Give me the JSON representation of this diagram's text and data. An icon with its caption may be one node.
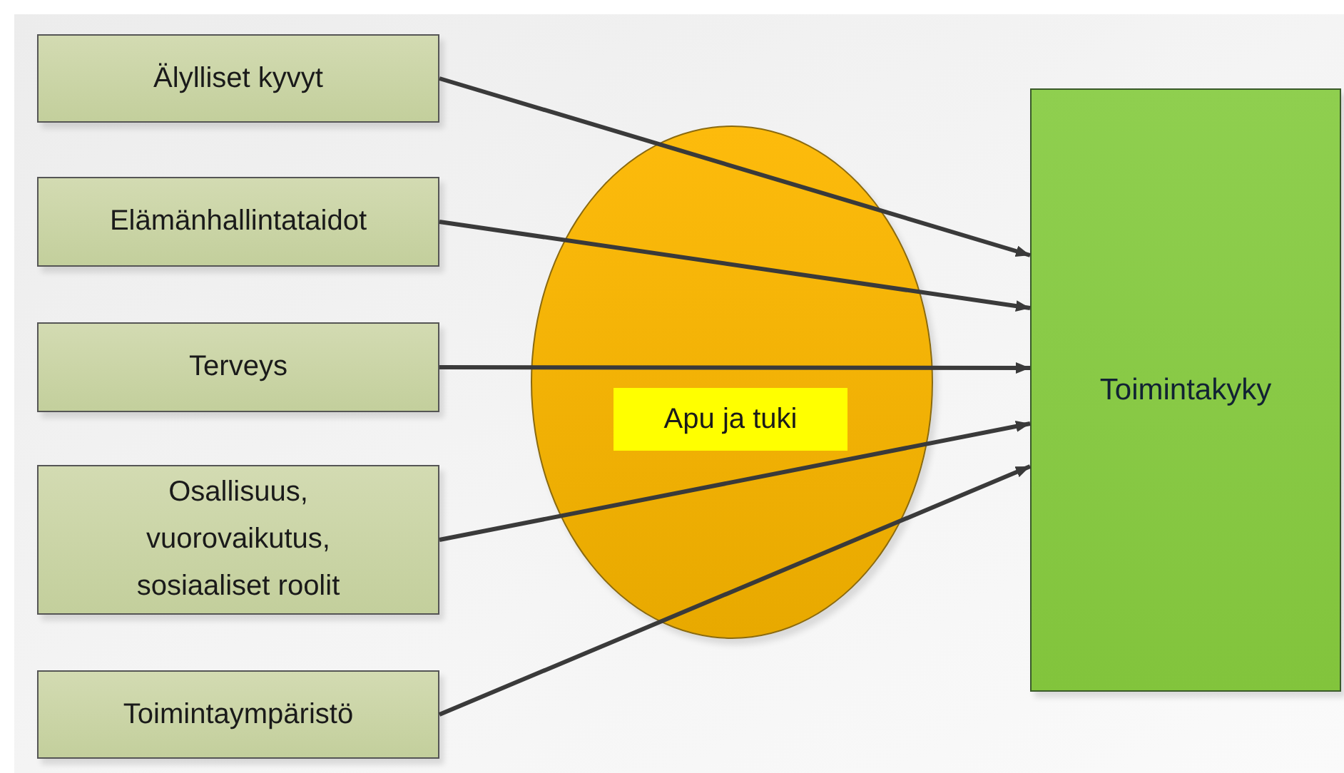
{
  "diagram": {
    "nodes": [
      {
        "text": [
          "Älylliset kyvyt"
        ]
      },
      {
        "text": [
          "Elämänhallintataidot"
        ]
      },
      {
        "text": [
          "Terveys"
        ]
      },
      {
        "text": [
          "Osallisuus, vuorovaikutus, sosiaaliset roolit"
        ]
      },
      {
        "text": [
          "Toimintaympäristö"
        ]
      },
      {
        "text": [
          "Apu ja tuki"
        ]
      },
      {
        "text": [
          "Toimintakyky"
        ]
      }
    ],
    "edges": [
      {
        "from": 0,
        "to": 6,
        "arrow": "to"
      },
      {
        "from": 1,
        "to": 6,
        "arrow": "to"
      },
      {
        "from": 2,
        "to": 6,
        "arrow": "to"
      },
      {
        "from": 3,
        "to": 6,
        "arrow": "to"
      },
      {
        "from": 4,
        "to": 6,
        "arrow": "to"
      }
    ]
  }
}
